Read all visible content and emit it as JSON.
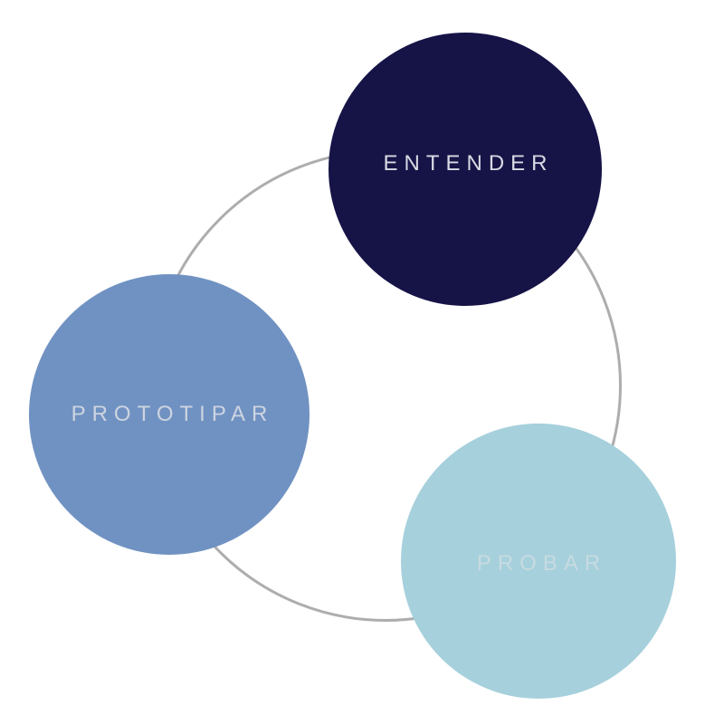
{
  "diagram": {
    "type": "cycle",
    "background_color": "#ffffff",
    "connector": {
      "shape": "ring",
      "color": "#adadad"
    },
    "nodes": [
      {
        "id": "entender",
        "label": "ENTENDER",
        "fill_color": "#161347",
        "label_color": "#d9dae3"
      },
      {
        "id": "prototipar",
        "label": "PROTOTIPAR",
        "fill_color": "#7092c2",
        "label_color": "#cdd4e0"
      },
      {
        "id": "probar",
        "label": "PROBAR",
        "fill_color": "#a6d0dc",
        "label_color": "#c7dbe1"
      }
    ]
  }
}
